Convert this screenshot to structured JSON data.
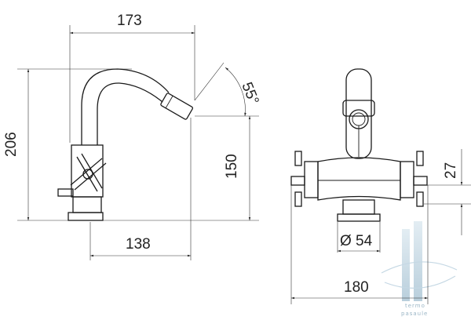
{
  "drawing": {
    "side_view": {
      "dim_overall_width": "173",
      "dim_overall_height": "206",
      "dim_spout_height": "150",
      "dim_spout_reach": "138",
      "dim_spout_angle": "55°"
    },
    "front_view": {
      "dim_handle_height": "27",
      "dim_base_diameter": "Ø 54",
      "dim_handle_span": "180"
    },
    "watermark": {
      "line1": "termo",
      "line2": "pasaule"
    },
    "colors": {
      "line": "#1a1a1a",
      "watermark": "#9bb6c6"
    }
  }
}
